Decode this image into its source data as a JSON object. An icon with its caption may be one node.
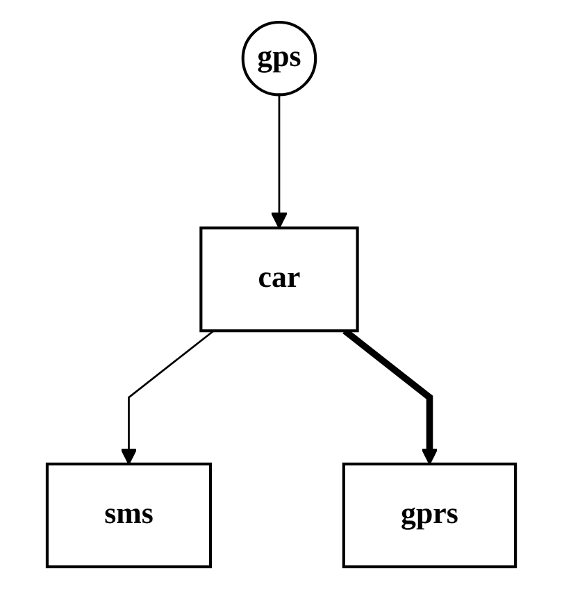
{
  "diagram": {
    "nodes": [
      {
        "text": [
          "gps"
        ]
      },
      {
        "text": [
          "sms"
        ]
      },
      {
        "text": [
          "car"
        ]
      },
      {
        "text": [
          "gprs"
        ]
      }
    ],
    "edges": [
      {
        "from": 0,
        "to": 2,
        "arrow": "to"
      },
      {
        "from": 2,
        "to": 1,
        "arrow": "to"
      },
      {
        "from": 2,
        "to": 3,
        "arrow": "to",
        "style": "thick"
      }
    ]
  }
}
